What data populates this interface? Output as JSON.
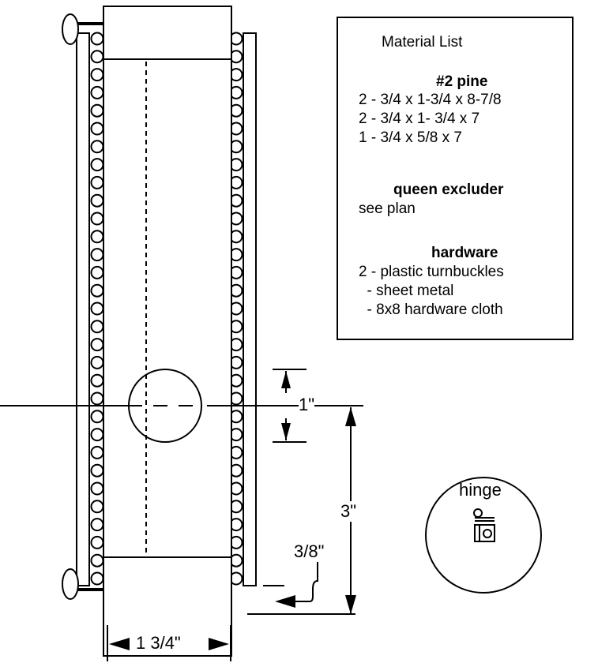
{
  "material_list": {
    "title": "Material List",
    "sections": [
      {
        "heading": "#2 pine",
        "lines": [
          "2 - 3/4 x 1-3/4 x 8-7/8",
          "2 - 3/4 x 1- 3/4 x 7",
          "1 - 3/4 x 5/8 x 7"
        ]
      },
      {
        "heading": "queen excluder",
        "lines": [
          "see plan"
        ]
      },
      {
        "heading": "hardware",
        "lines": [
          "2 - plastic turnbuckles",
          "  - sheet metal",
          "  - 8x8 hardware cloth"
        ]
      }
    ]
  },
  "dimensions": {
    "hole_diameter": "1\"",
    "hole_height": "3\"",
    "edge_offset": "3/8\"",
    "width": "1 3/4\""
  },
  "hinge": {
    "label": "hinge",
    "icon": "hinge-icon"
  }
}
